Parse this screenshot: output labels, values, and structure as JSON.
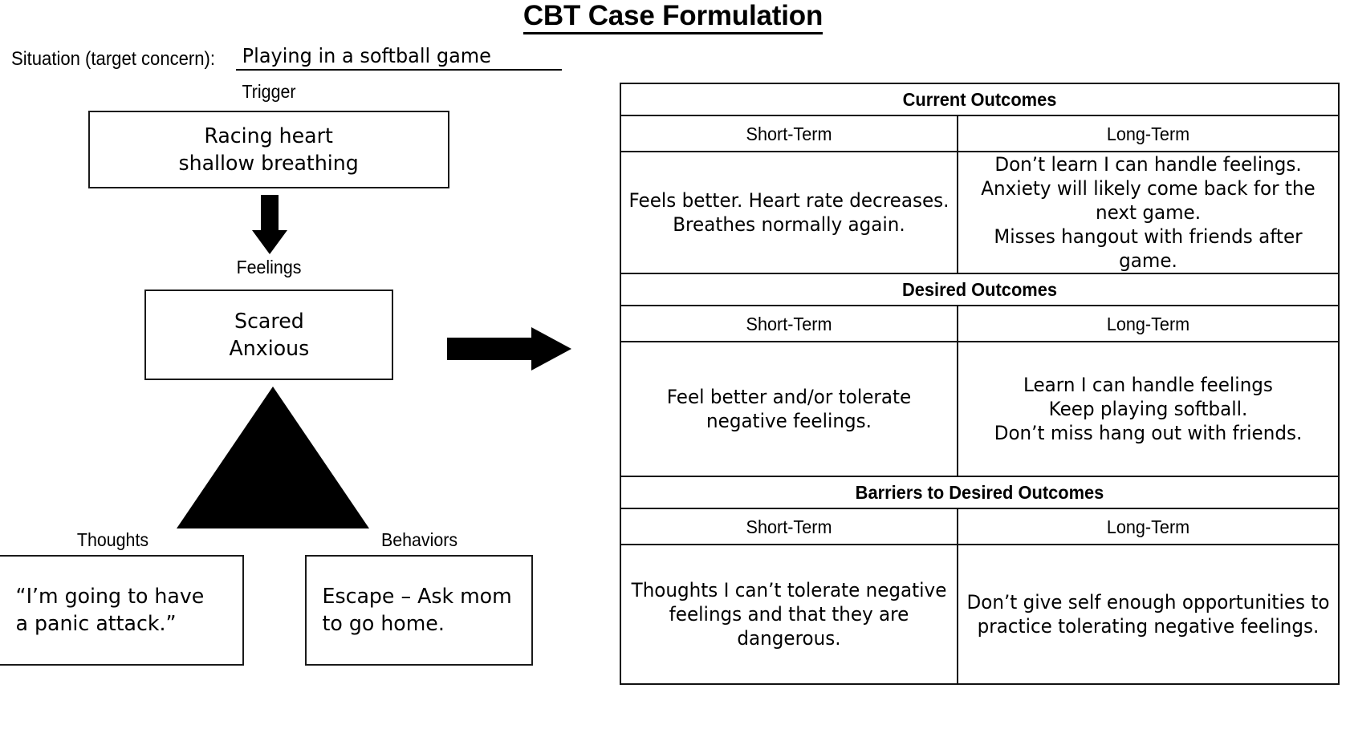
{
  "title": "CBT Case Formulation",
  "situation": {
    "label": "Situation (target concern):",
    "value": "Playing in a softball game"
  },
  "flow": {
    "trigger": {
      "label": "Trigger",
      "text": "Racing heart\nshallow breathing"
    },
    "feelings": {
      "label": "Feelings",
      "text": "Scared\nAnxious"
    },
    "thoughts": {
      "label": "Thoughts",
      "text": "“I’m going to have\na panic attack.”"
    },
    "behaviors": {
      "label": "Behaviors",
      "text": "Escape – Ask mom\nto go home."
    },
    "down_arrow_icon": "down-arrow-icon",
    "right_arrow_icon": "right-arrow-icon",
    "triangle_icon": "cbt-triangle-icon"
  },
  "outcomes_table": {
    "column_headers": [
      "Short-Term",
      "Long-Term"
    ],
    "sections": [
      {
        "heading": "Current Outcomes",
        "short_term": "Feels better. Heart rate decreases. Breathes normally again.",
        "long_term": "Don’t learn I can handle feelings.\nAnxiety will likely come back for the next game.\nMisses hangout with friends after game."
      },
      {
        "heading": "Desired Outcomes",
        "short_term": "Feel better and/or tolerate negative feelings.",
        "long_term": "Learn I can handle feelings\nKeep playing softball.\nDon’t miss hang out with friends."
      },
      {
        "heading": "Barriers to Desired Outcomes",
        "short_term": "Thoughts I can’t tolerate negative feelings and that they are dangerous.",
        "long_term": "Don’t give self enough opportunities to practice tolerating negative feelings."
      }
    ]
  },
  "colors": {
    "ink": "#000000",
    "border": "#111111",
    "background": "#ffffff"
  }
}
